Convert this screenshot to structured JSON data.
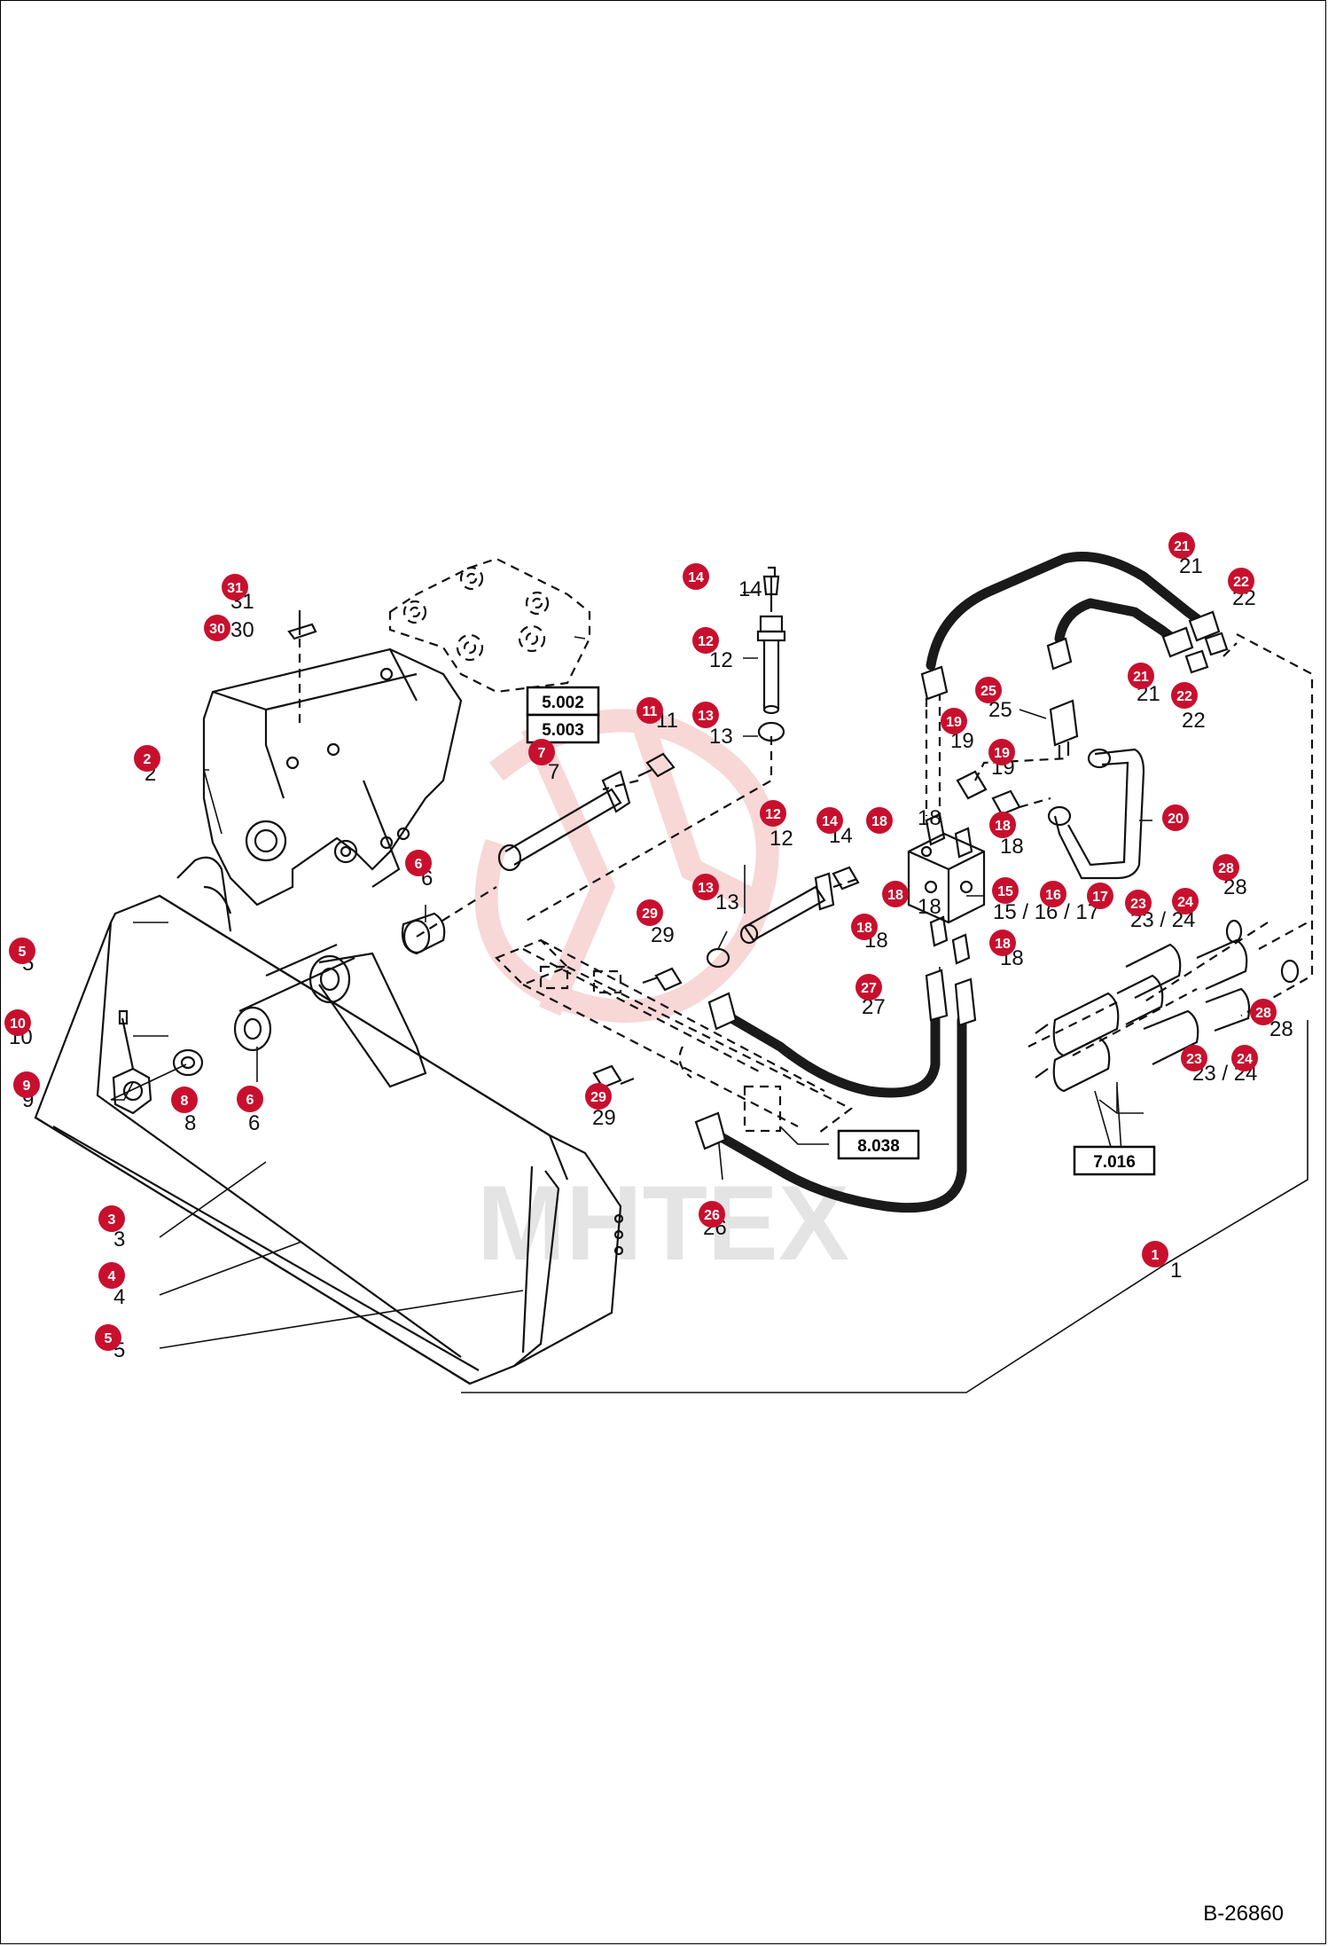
{
  "figure_code": "B-26860",
  "watermark": "MHTEX",
  "colors": {
    "callout": "#c8102e",
    "line": "#111111",
    "hose": "#1a1a1a",
    "watermark": "#f3b8b8"
  },
  "references": [
    "5.002",
    "5.003",
    "8.038",
    "7.016"
  ],
  "callouts": [
    {
      "n": "1"
    },
    {
      "n": "2"
    },
    {
      "n": "3"
    },
    {
      "n": "4"
    },
    {
      "n": "5"
    },
    {
      "n": "5"
    },
    {
      "n": "6"
    },
    {
      "n": "6"
    },
    {
      "n": "7"
    },
    {
      "n": "8"
    },
    {
      "n": "9"
    },
    {
      "n": "10"
    },
    {
      "n": "11"
    },
    {
      "n": "12"
    },
    {
      "n": "12"
    },
    {
      "n": "13"
    },
    {
      "n": "13"
    },
    {
      "n": "14"
    },
    {
      "n": "14"
    },
    {
      "n": "15"
    },
    {
      "n": "16"
    },
    {
      "n": "17"
    },
    {
      "n": "18"
    },
    {
      "n": "18"
    },
    {
      "n": "18"
    },
    {
      "n": "18"
    },
    {
      "n": "18"
    },
    {
      "n": "19"
    },
    {
      "n": "19"
    },
    {
      "n": "20"
    },
    {
      "n": "21"
    },
    {
      "n": "21"
    },
    {
      "n": "22"
    },
    {
      "n": "22"
    },
    {
      "n": "23"
    },
    {
      "n": "23"
    },
    {
      "n": "24"
    },
    {
      "n": "24"
    },
    {
      "n": "25"
    },
    {
      "n": "26"
    },
    {
      "n": "27"
    },
    {
      "n": "28"
    },
    {
      "n": "28"
    },
    {
      "n": "29"
    },
    {
      "n": "29"
    },
    {
      "n": "30"
    },
    {
      "n": "31"
    }
  ],
  "labels": [
    {
      "t": "1"
    },
    {
      "t": "2"
    },
    {
      "t": "3"
    },
    {
      "t": "4"
    },
    {
      "t": "5"
    },
    {
      "t": "5"
    },
    {
      "t": "6"
    },
    {
      "t": "6"
    },
    {
      "t": "7"
    },
    {
      "t": "8"
    },
    {
      "t": "9"
    },
    {
      "t": "10"
    },
    {
      "t": "11"
    },
    {
      "t": "12"
    },
    {
      "t": "12"
    },
    {
      "t": "13"
    },
    {
      "t": "13"
    },
    {
      "t": "14"
    },
    {
      "t": "14"
    },
    {
      "t": "15 / 16 / 17"
    },
    {
      "t": "18"
    },
    {
      "t": "18"
    },
    {
      "t": "18"
    },
    {
      "t": "18"
    },
    {
      "t": "18"
    },
    {
      "t": "19"
    },
    {
      "t": "19"
    },
    {
      "t": "21"
    },
    {
      "t": "21"
    },
    {
      "t": "22"
    },
    {
      "t": "22"
    },
    {
      "t": "23 / 24"
    },
    {
      "t": "23 / 24"
    },
    {
      "t": "25"
    },
    {
      "t": "26"
    },
    {
      "t": "27"
    },
    {
      "t": "28"
    },
    {
      "t": "28"
    },
    {
      "t": "29"
    },
    {
      "t": "29"
    },
    {
      "t": "30"
    },
    {
      "t": "31"
    }
  ]
}
